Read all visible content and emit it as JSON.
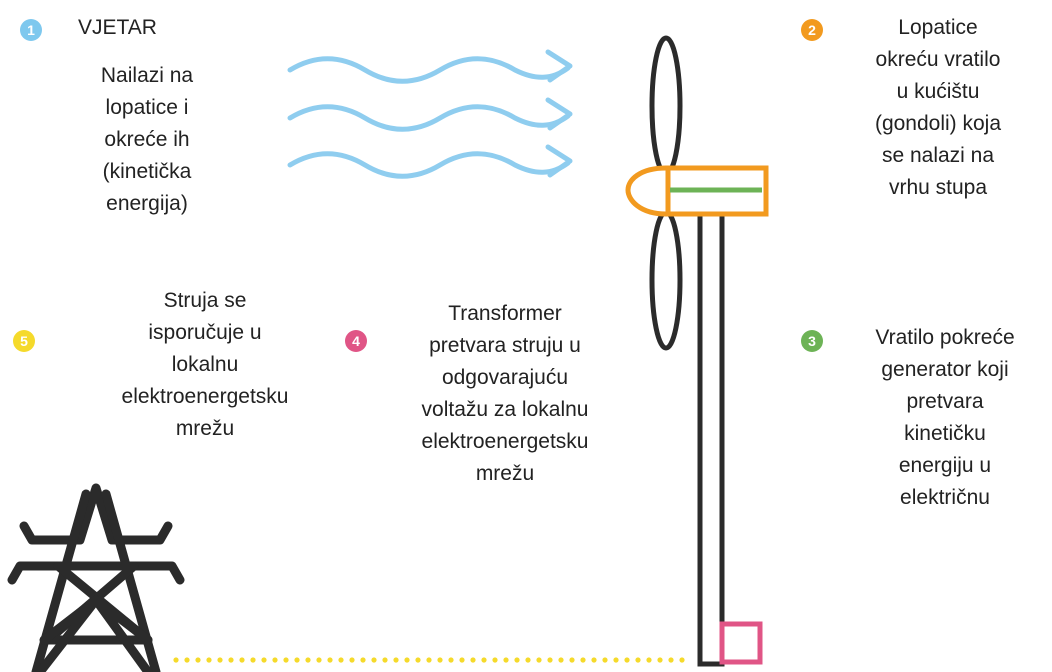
{
  "steps": [
    {
      "number": "1",
      "color": "#7ec8ee",
      "title": "VJETAR",
      "text": "Nailazi na\nlopatice i\nokreće ih\n(kinetička\nenergija)"
    },
    {
      "number": "2",
      "color": "#f29a1f",
      "text": "Lopatice\nokreću vratilo\nu kućištu\n(gondoli) koja\nse nalazi na\nvrhu stupa"
    },
    {
      "number": "3",
      "color": "#6db356",
      "text": "Vratilo pokreće\ngenerator koji\npretvara\nkinetičku\nenergiju u\nelektričnu"
    },
    {
      "number": "4",
      "color": "#e05586",
      "text": "Transformer\npretvara struju u\nodgovarajuću\nvoltažu za lokalnu\nelektroenergetsku\nmrežu"
    },
    {
      "number": "5",
      "color": "#f5da2b",
      "text": "Struja se\nisporučuje u\nlokalnu\nelektroenergetsku\nmrežu"
    }
  ],
  "colors": {
    "wind": "#8fcdef",
    "nacelle": "#f29a1f",
    "shaft": "#6db356",
    "tower": "#2b2b2b",
    "transformer": "#e05586",
    "cable": "#f5da2b",
    "pylon": "#2b2b2b"
  }
}
